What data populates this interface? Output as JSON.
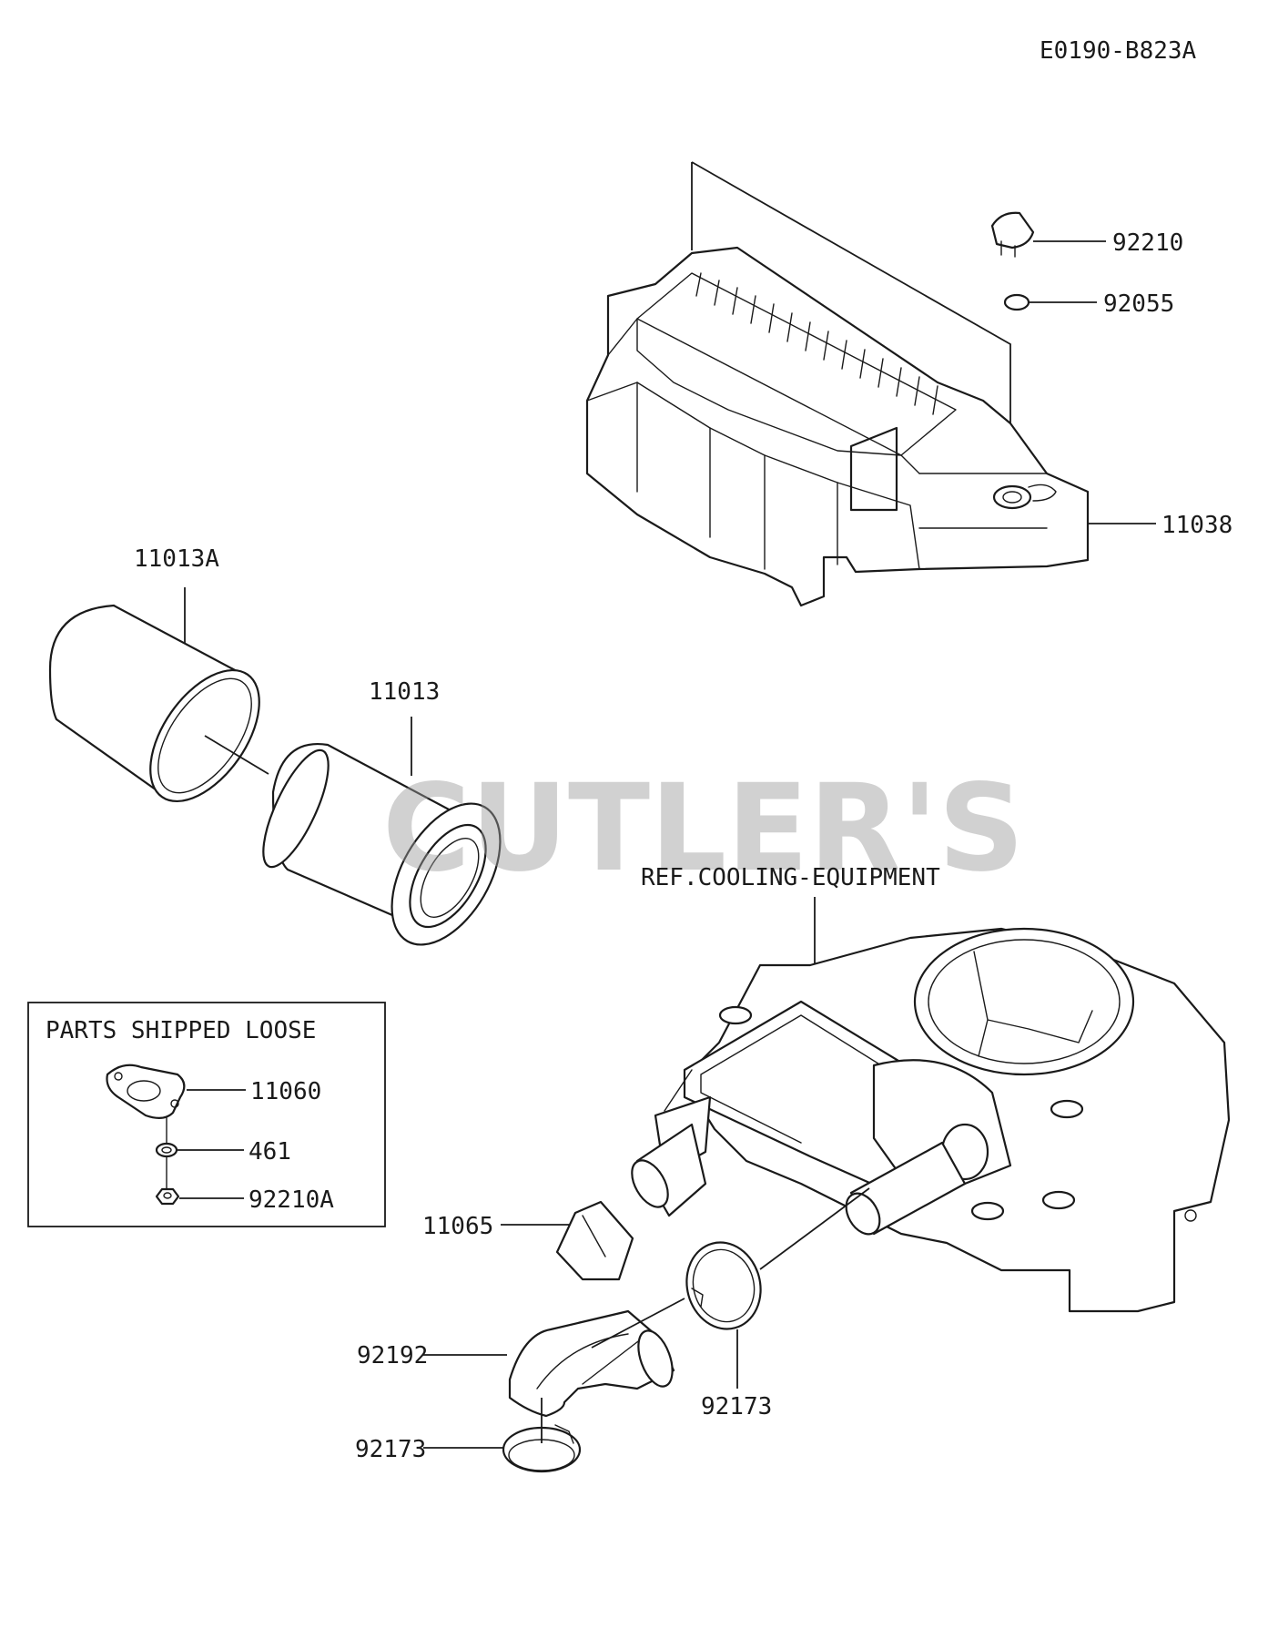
{
  "diagram_code": "E0190-B823A",
  "watermark": "CUTLER'S",
  "reference_label": "REF.COOLING-EQUIPMENT",
  "loose_parts_box": {
    "title": "PARTS SHIPPED LOOSE",
    "parts": [
      "11060",
      "461",
      "92210A"
    ]
  },
  "callouts": {
    "p92210": "92210",
    "p92055": "92055",
    "p11038": "11038",
    "p11013A": "11013A",
    "p11013": "11013",
    "p11065": "11065",
    "p92192": "92192",
    "p92173_right": "92173",
    "p92173_left": "92173"
  },
  "colors": {
    "line": "#1a1a1a",
    "watermark": "#9a9a9a",
    "background": "#ffffff"
  }
}
